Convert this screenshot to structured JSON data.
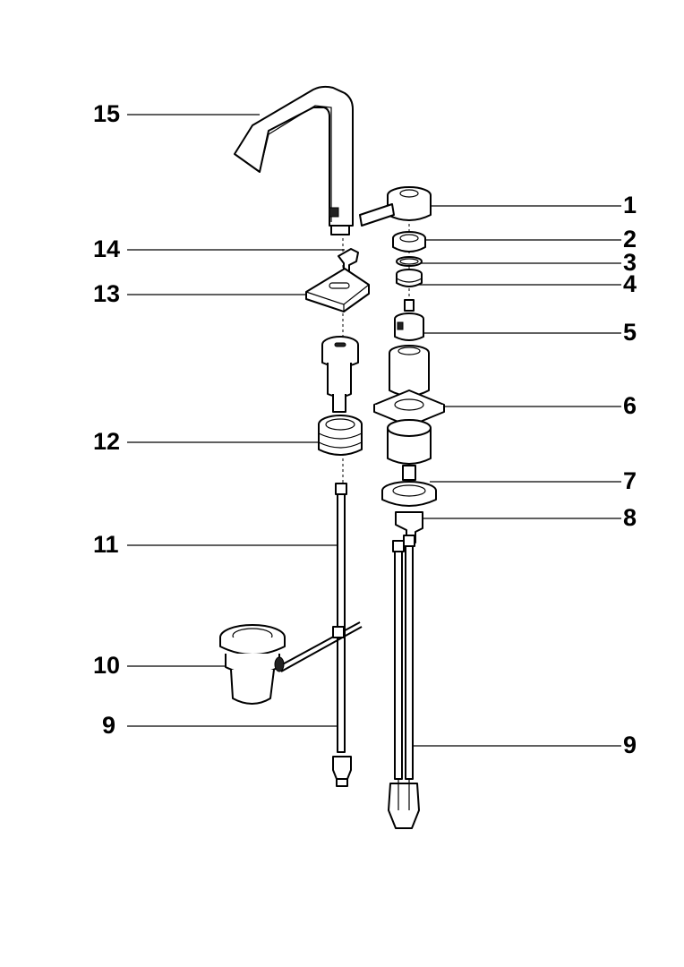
{
  "callouts": {
    "c15": "15",
    "c14": "14",
    "c13": "13",
    "c12": "12",
    "c11": "11",
    "c10": "10",
    "c9_left": "9",
    "c1": "1",
    "c2": "2",
    "c3": "3",
    "c4": "4",
    "c5": "5",
    "c6": "6",
    "c7": "7",
    "c8": "8",
    "c9_right": "9"
  }
}
